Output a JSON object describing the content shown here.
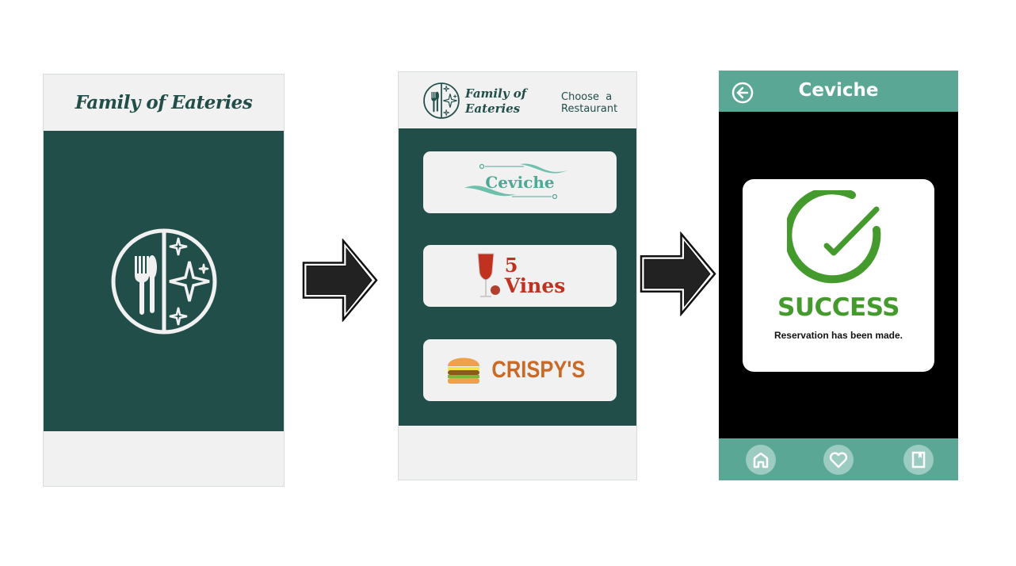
{
  "screen1": {
    "brand": "Family of Eateries"
  },
  "screen2": {
    "brand_line1": "Family of",
    "brand_line2": "Eateries",
    "heading_line1": "Choose  a",
    "heading_line2": "Restaurant",
    "restaurants": [
      {
        "name": "Ceviche",
        "color": "#4fa896"
      },
      {
        "name_number": "5",
        "name_word": "Vines",
        "color": "#c0321f"
      },
      {
        "name": "CRISPY'S",
        "color": "#c96a26"
      }
    ]
  },
  "screen3": {
    "title": "Ceviche",
    "status": "SUCCESS",
    "message": "Reservation has been made.",
    "nav": [
      "home-icon",
      "heart-icon",
      "bookmark-icon"
    ]
  },
  "colors": {
    "dark_green": "#224e4a",
    "teal": "#5aa795",
    "success": "#449a2c"
  }
}
